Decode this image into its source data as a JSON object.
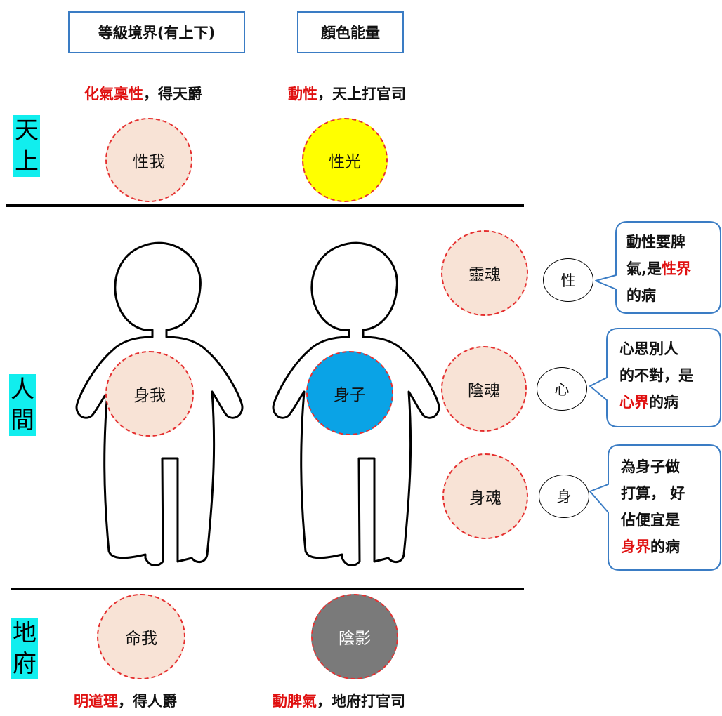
{
  "headers": {
    "level_label": "等級境界(有上下)",
    "color_label": "顏色能量"
  },
  "captions": {
    "top_left_red": "化氣稟性",
    "top_left_rest": "，得天爵",
    "top_right_red": "動性",
    "top_right_rest": "，天上打官司",
    "bottom_left_red": "明道理",
    "bottom_left_rest": "，得人爵",
    "bottom_right_red": "動脾氣",
    "bottom_right_rest": "，地府打官司"
  },
  "realms": {
    "heaven": [
      "天",
      "上"
    ],
    "human": [
      "人",
      "間"
    ],
    "underworld": [
      "地",
      "府"
    ]
  },
  "circles": {
    "xing_wo": "性我",
    "xing_guang": "性光",
    "shen_wo": "身我",
    "shen_zi": "身子",
    "ming_wo": "命我",
    "yin_ying": "陰影",
    "ling_hun": "靈魂",
    "yin_hun": "陰魂",
    "shen_hun": "身魂"
  },
  "small_circles": {
    "xing": "性",
    "xin": "心",
    "shen": "身"
  },
  "bubbles": {
    "xing": {
      "line1": "動性要脾",
      "line2_a": "氣,是",
      "line2_red": "性界",
      "line3": "的病"
    },
    "xin": {
      "line1": "心思別人",
      "line2": "的不對，是",
      "line3_red": "心界",
      "line3_b": "的病"
    },
    "shen": {
      "line1": "為身子做",
      "line2": "打算， 好",
      "line3": "佔便宜是",
      "line4_red": "身界",
      "line4_b": "的病"
    }
  },
  "colors": {
    "peach": "#f8e3d6",
    "yellow": "#ffff00",
    "blue": "#0aa3e6",
    "gray": "#7a7a7a",
    "dashed_red": "#e53030",
    "cyan_label": "#11eeee",
    "accent_red": "#e01010",
    "box_blue": "#3a7cc4"
  }
}
